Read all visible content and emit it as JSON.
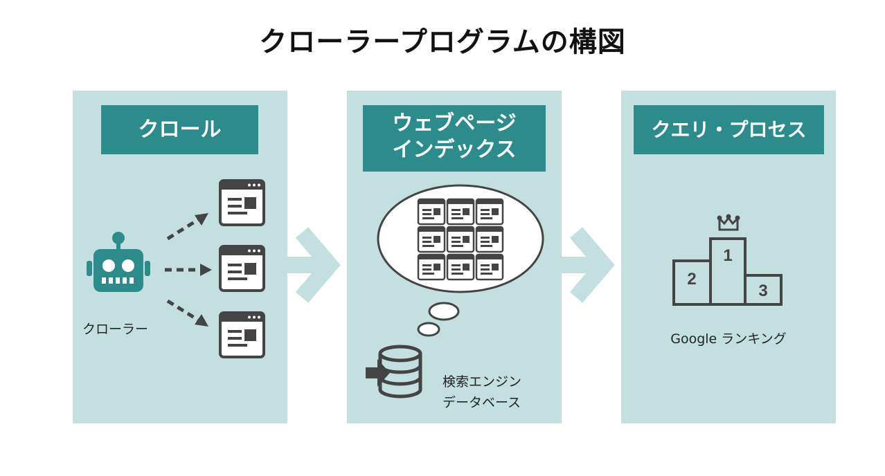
{
  "title": "クローラープログラムの構図",
  "panels": [
    {
      "heading": "クロール",
      "caption": "クローラー"
    },
    {
      "heading_lines": [
        "ウェブページ",
        "インデックス"
      ],
      "caption_lines": [
        "検索エンジン",
        "データベース"
      ]
    },
    {
      "heading": "クエリ・プロセス",
      "caption": "Google ランキング"
    }
  ],
  "podium": {
    "first": "1",
    "second": "2",
    "third": "3"
  },
  "colors": {
    "panel": "#c3dfdf",
    "heading": "#2e8b8b",
    "robot": "#2e8b8b",
    "icon": "#444444",
    "arrow": "#c3dfdf"
  },
  "icons": [
    "robot-icon",
    "webpage-icon",
    "dashed-arrow-icon",
    "chevron-arrow-icon",
    "thought-bubble-icon",
    "database-icon",
    "podium-icon",
    "crown-icon"
  ]
}
